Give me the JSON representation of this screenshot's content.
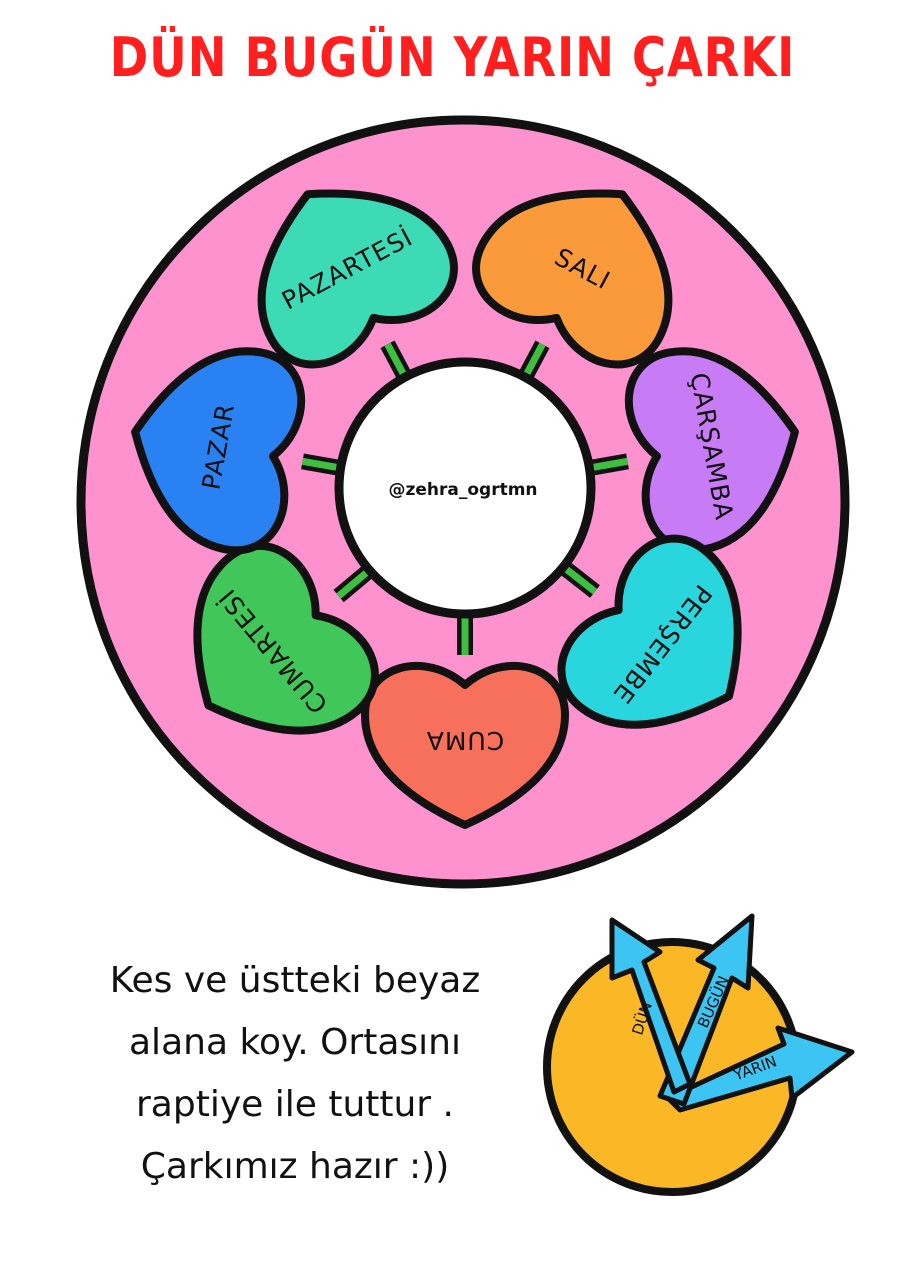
{
  "title": "DÜN BUGÜN YARIN ÇARKI",
  "center_label": "@zehra_ogrtmn",
  "days": [
    {
      "label": "PAZARTESİ",
      "color": "#3ddbb5"
    },
    {
      "label": "SALI",
      "color": "#fb9a3b"
    },
    {
      "label": "ÇARŞAMBA",
      "color": "#c77cf6"
    },
    {
      "label": "PERŞEMBE",
      "color": "#2ad6dd"
    },
    {
      "label": "CUMA",
      "color": "#f7705b"
    },
    {
      "label": "CUMARTESİ",
      "color": "#40c659"
    },
    {
      "label": "PAZAR",
      "color": "#2a82f2"
    }
  ],
  "instructions": [
    "Kes ve üstteki beyaz",
    "alana koy. Ortasını",
    "raptiye ile tuttur .",
    "Çarkımız hazır :))"
  ],
  "pointer": {
    "labels": {
      "dun": "DÜN",
      "bugun": "BUGÜN",
      "yarin": "YARIN"
    }
  },
  "colors": {
    "title": "#ff1f1f",
    "wheel": "#fd92ce",
    "stem": "#3fbf3f",
    "pointer_disc": "#fbb826",
    "arrows": "#3cc5f3",
    "outline": "#111111"
  }
}
